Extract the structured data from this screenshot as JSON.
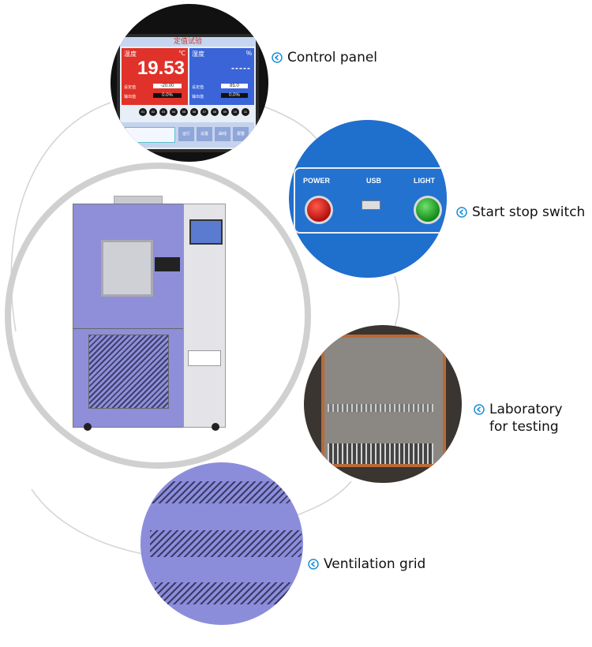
{
  "callouts": {
    "control_panel": "Control panel",
    "start_stop": "Start stop switch",
    "lab_line1": "Laboratory",
    "lab_line2": "for testing",
    "ventilation": "Ventilation grid"
  },
  "screen": {
    "title": "定值试验",
    "temp_label": "温度",
    "temp_unit": "℃",
    "temp_value": "19.53",
    "temp_set_label": "设定值",
    "temp_set_value": "-20.00",
    "temp_out_label": "输出值",
    "temp_out_value": "0.0%",
    "hum_label": "湿度",
    "hum_unit": "%",
    "hum_value": "-----",
    "hum_set_label": "设定值",
    "hum_set_value": "85.0",
    "hum_out_label": "输出值",
    "hum_out_value": "0.0%",
    "indicators": [
      "01",
      "02",
      "03",
      "04",
      "05",
      "06",
      "07",
      "08",
      "09",
      "10",
      "11"
    ],
    "buttons": [
      "运行",
      "设置",
      "曲线",
      "报警"
    ]
  },
  "switch_panel": {
    "power_label": "POWER",
    "usb_label": "USB",
    "light_label": "LIGHT"
  },
  "colors": {
    "temp_panel": "#e0322a",
    "hum_panel": "#3b64d8",
    "switch_panel": "#1f6fcc",
    "chamber_body": "#8e8fd8",
    "callout_icon": "#1a8fd6"
  }
}
